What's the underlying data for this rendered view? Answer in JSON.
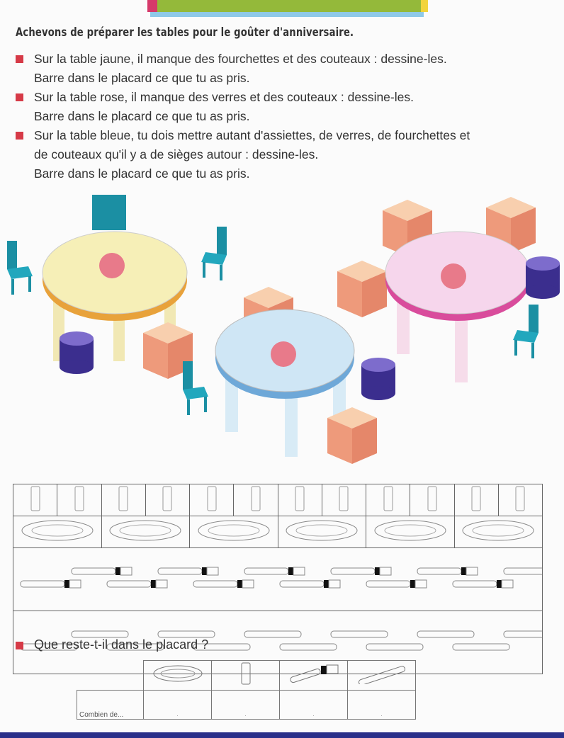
{
  "title": "Achevons de préparer les tables pour le goûter d'anniversaire.",
  "instructions": [
    {
      "lines": [
        "Sur la table jaune, il manque des fourchettes et des couteaux : dessine-les.",
        "Barre dans le placard ce que tu as pris."
      ]
    },
    {
      "lines": [
        "Sur la table rose, il manque des verres et des couteaux : dessine-les.",
        "Barre dans le placard ce que tu as pris."
      ]
    },
    {
      "lines": [
        "Sur la table bleue, tu dois mettre autant d'assiettes, de verres, de fourchettes et",
        "de couteaux qu'il y a de sièges autour : dessine-les.",
        "Barre dans le placard ce que tu as pris."
      ]
    }
  ],
  "cupboard": {
    "glasses": 12,
    "plates": 6,
    "forks": 12,
    "knives": 12
  },
  "question": "Que reste-t-il dans le placard ?",
  "remaining_table": {
    "row_label": "Combien de...",
    "items": [
      "plate-icon",
      "glass-icon",
      "fork-icon",
      "knife-icon"
    ],
    "blank": "."
  },
  "colors": {
    "yellow_table": "#f6efb7",
    "pink_table": "#f6d6ec",
    "blue_table": "#cfe6f5",
    "chair": "#1f9bb0",
    "bullet": "#d63a47"
  }
}
